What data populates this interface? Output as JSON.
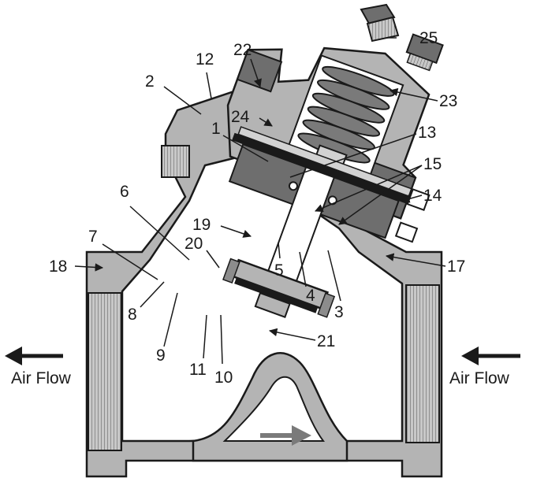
{
  "diagram": {
    "flow_left_label": "Air Flow",
    "flow_right_label": "Air Flow",
    "colors": {
      "body": "#b4b4b4",
      "dark": "#6e6e6e",
      "mid": "#8c8c8c",
      "light": "#d2d2d2",
      "outline": "#1a1a1a",
      "arrow_internal": "#7a7a7a"
    },
    "labels": [
      {
        "id": "1",
        "text": "1"
      },
      {
        "id": "2",
        "text": "2"
      },
      {
        "id": "3",
        "text": "3"
      },
      {
        "id": "4",
        "text": "4"
      },
      {
        "id": "5",
        "text": "5"
      },
      {
        "id": "6",
        "text": "6"
      },
      {
        "id": "7",
        "text": "7"
      },
      {
        "id": "8",
        "text": "8"
      },
      {
        "id": "9",
        "text": "9"
      },
      {
        "id": "10",
        "text": "10"
      },
      {
        "id": "11",
        "text": "11"
      },
      {
        "id": "12",
        "text": "12"
      },
      {
        "id": "13",
        "text": "13"
      },
      {
        "id": "14",
        "text": "14"
      },
      {
        "id": "15",
        "text": "15"
      },
      {
        "id": "17",
        "text": "17"
      },
      {
        "id": "18",
        "text": "18"
      },
      {
        "id": "19",
        "text": "19"
      },
      {
        "id": "20",
        "text": "20"
      },
      {
        "id": "21",
        "text": "21"
      },
      {
        "id": "22",
        "text": "22"
      },
      {
        "id": "23",
        "text": "23"
      },
      {
        "id": "24",
        "text": "24"
      },
      {
        "id": "25",
        "text": "25"
      }
    ]
  }
}
